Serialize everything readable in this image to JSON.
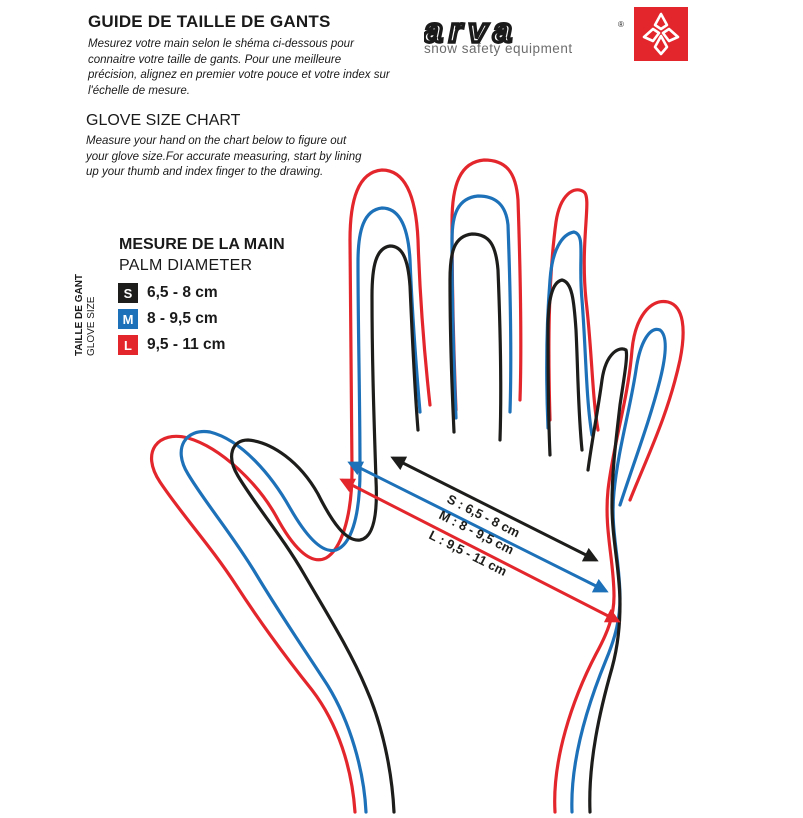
{
  "french": {
    "title": "GUIDE DE TAILLE DE GANTS",
    "text": "Mesurez votre main selon le shéma ci-dessous pour connaitre votre taille de gants. Pour une meilleure précision, alignez en premier votre pouce et votre index sur l'échelle de mesure."
  },
  "english": {
    "title": "GLOVE SIZE CHART",
    "text": "Measure your hand on the chart below to figure out your glove size.For accurate measuring, start by lining up your thumb and index finger to the drawing."
  },
  "logo": {
    "wordmark": "arva",
    "registered": "®",
    "tagline": "snow safety equipment",
    "brand_color": "#e3262c"
  },
  "measure": {
    "title": "MESURE DE LA MAIN",
    "subtitle": "PALM DIAMETER",
    "vertical_fr": "TAILLE DE GANT",
    "vertical_en": "GLOVE SIZE"
  },
  "sizes": [
    {
      "code": "S",
      "range": "6,5 - 8 cm",
      "arrow_label": "S : 6,5 - 8 cm",
      "color": "#1d1d1b"
    },
    {
      "code": "M",
      "range": "8 - 9,5 cm",
      "arrow_label": "M : 8 - 9,5 cm",
      "color": "#1d71b8"
    },
    {
      "code": "L",
      "range": "9,5 - 11 cm",
      "arrow_label": "L : 9,5 - 11 cm",
      "color": "#e3262c"
    }
  ]
}
